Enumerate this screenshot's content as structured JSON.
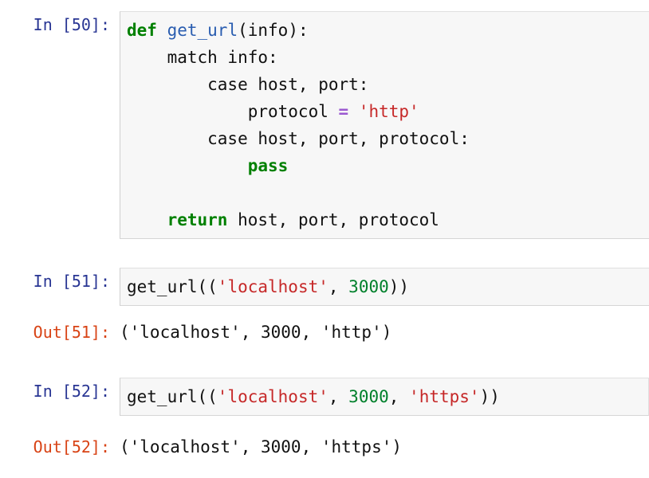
{
  "notebook": {
    "cells": [
      {
        "id": "cell1",
        "type": "code",
        "prompt": "In [50]:",
        "source_lines": [
          "def get_url(info):",
          "    match info:",
          "        case host, port:",
          "            protocol = 'http'",
          "        case host, port, protocol:",
          "            pass",
          "",
          "    return host, port, protocol"
        ],
        "source_text": "def get_url(info):\n    match info:\n        case host, port:\n            protocol = 'http'\n        case host, port, protocol:\n            pass\n\n    return host, port, protocol"
      },
      {
        "id": "cell2",
        "type": "code",
        "prompt": "In [51]:",
        "source_lines": [
          "get_url(('localhost', 3000))"
        ],
        "source_text": "get_url(('localhost', 3000))"
      },
      {
        "id": "out1",
        "type": "output",
        "prompt": "Out[51]:",
        "text": "('localhost', 3000, 'http')"
      },
      {
        "id": "cell3",
        "type": "code",
        "prompt": "In [52]:",
        "source_lines": [
          "get_url(('localhost', 3000, 'https'))"
        ],
        "source_text": "get_url(('localhost', 3000, 'https'))"
      },
      {
        "id": "out2",
        "type": "output",
        "prompt": "Out[52]:",
        "text": "('localhost', 3000, 'https')"
      }
    ],
    "tokens": {
      "cell1": {
        "kw_def": "def",
        "fn_name": "get_url",
        "after_fn": "(info):",
        "line2": "    match info:",
        "line3": "        case host, port:",
        "line4_indent": "            protocol ",
        "line4_op": "=",
        "line4_str": " 'http'",
        "line5": "        case host, port, protocol:",
        "line6_indent": "            ",
        "line6_kw": "pass",
        "line7": "",
        "line8_indent": "    ",
        "line8_kw": "return",
        "line8_rest": " host, port, protocol"
      },
      "cell2": {
        "p1": "get_url((",
        "s1": "'localhost'",
        "p2": ", ",
        "n1": "3000",
        "p3": "))"
      },
      "cell3": {
        "p1": "get_url((",
        "s1": "'localhost'",
        "p2": ", ",
        "n1": "3000",
        "p3": ", ",
        "s2": "'https'",
        "p4": "))"
      }
    },
    "colors": {
      "prompt_in": "#283593",
      "prompt_out": "#d84315",
      "keyword": "#008000",
      "function": "#2a5db0",
      "string": "#c62828",
      "number": "#00802b",
      "operator": "#9b59d0",
      "cell_background": "#f7f7f7",
      "page_background": "#ffffff",
      "text": "#111111"
    }
  }
}
